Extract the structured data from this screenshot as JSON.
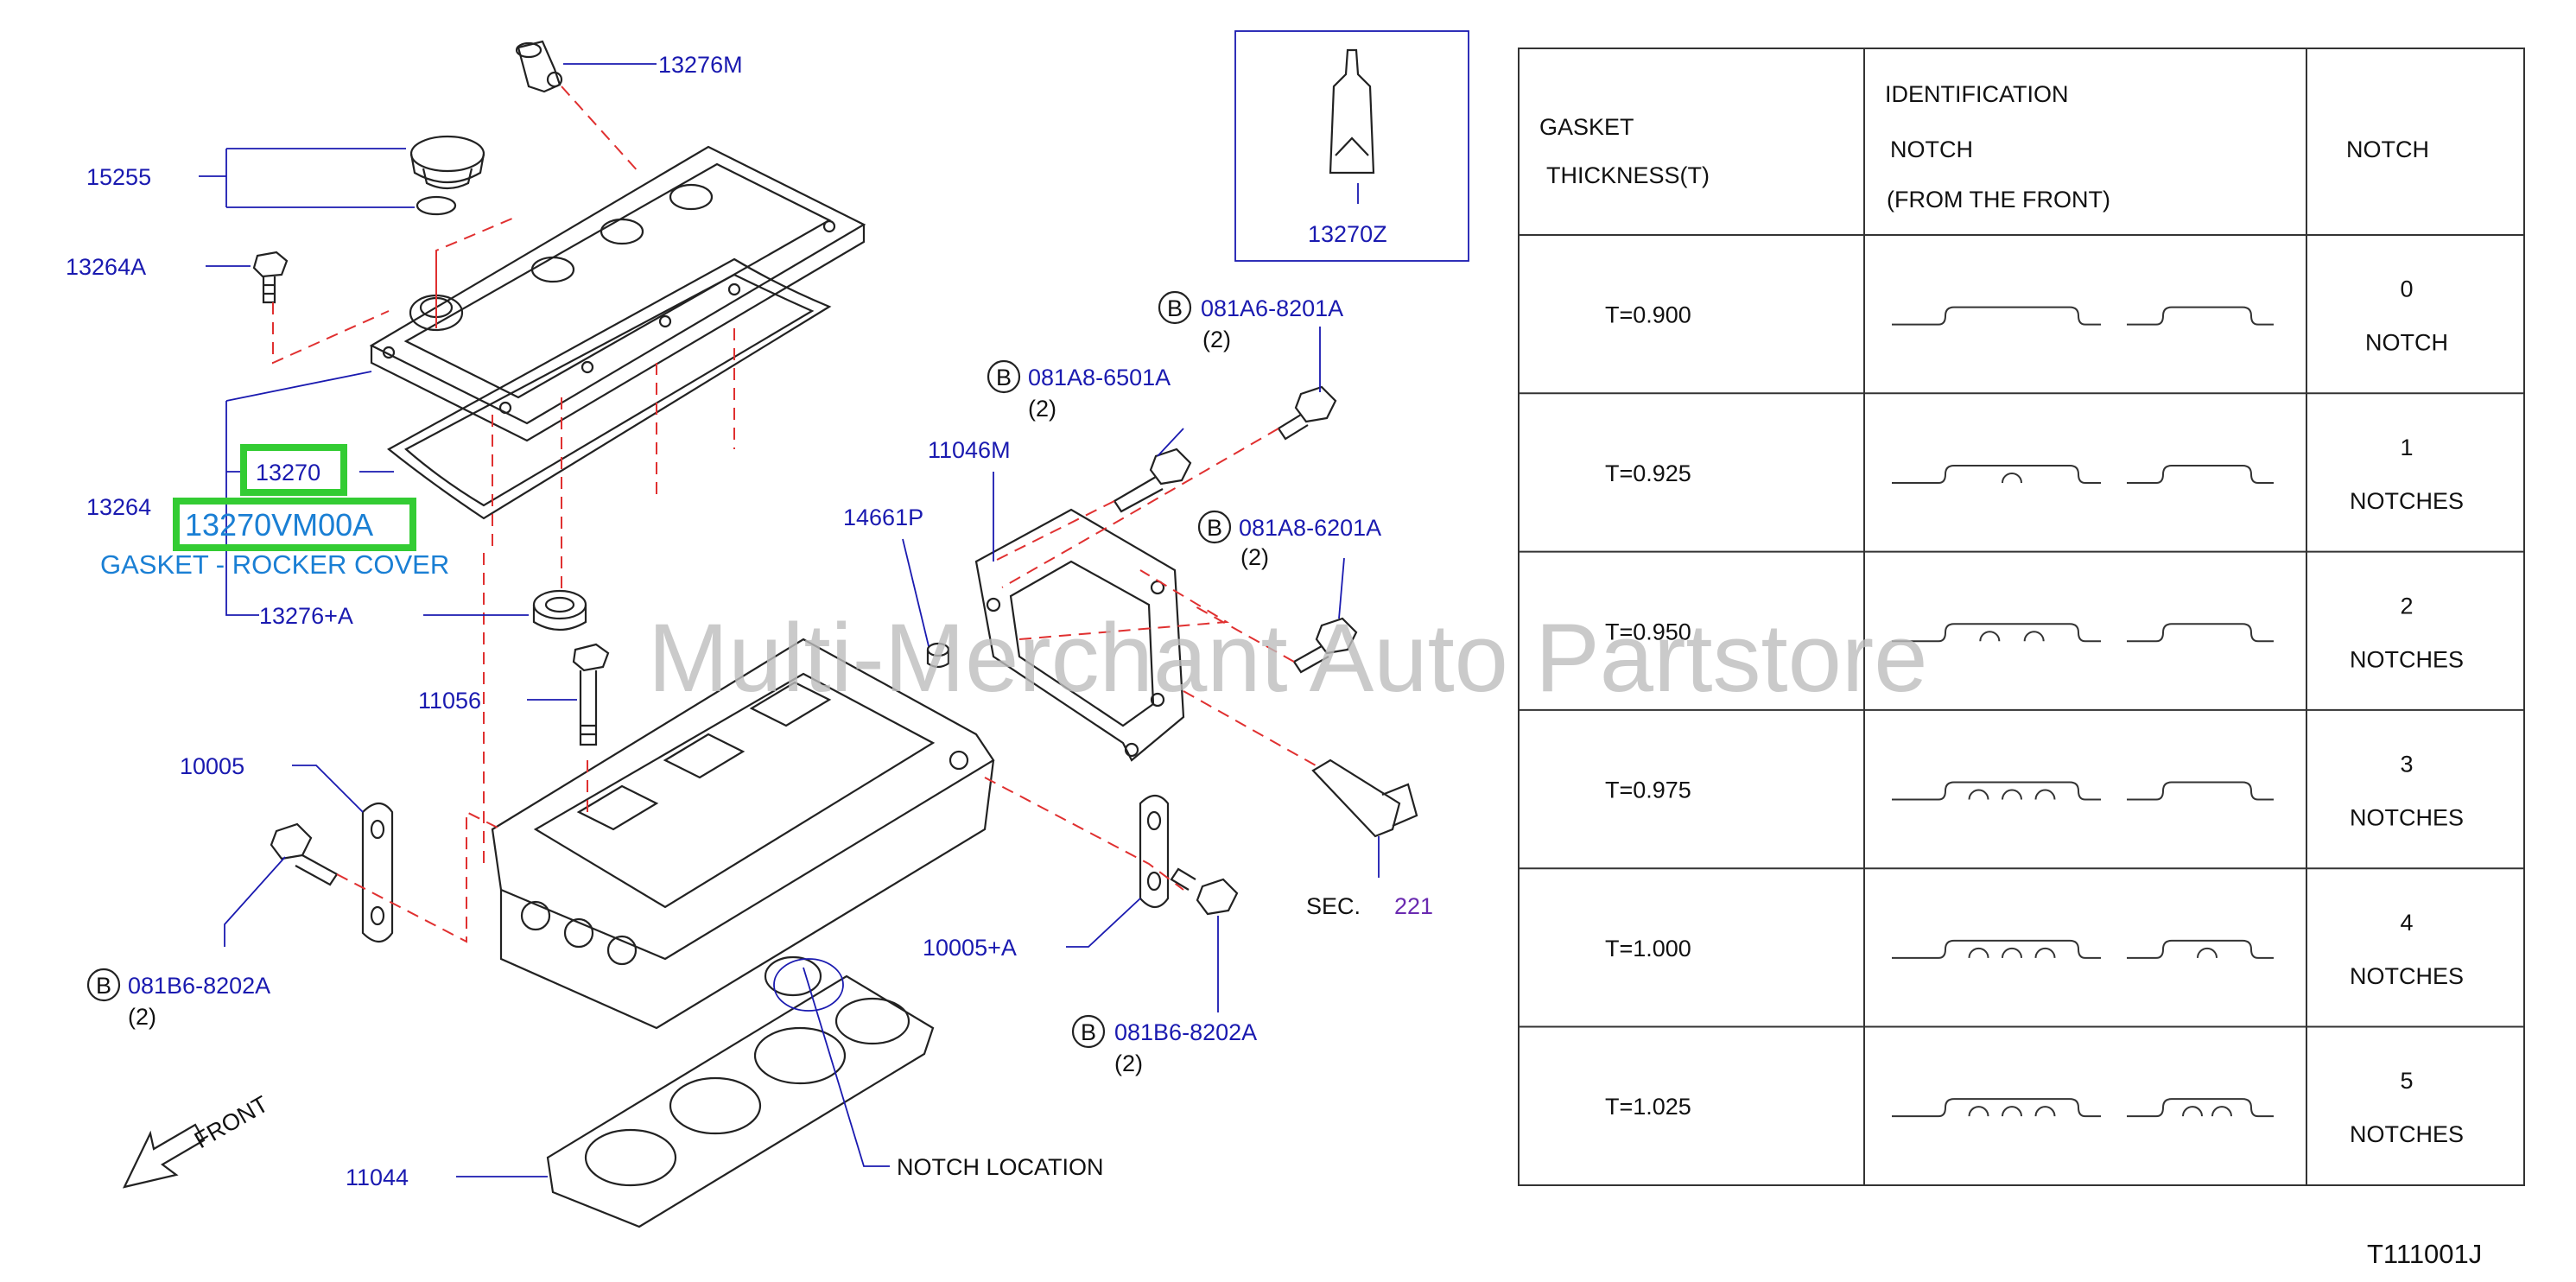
{
  "labels": {
    "p13276M": "13276M",
    "p15255": "15255",
    "p13264A": "13264A",
    "p13264": "13264",
    "p13270": "13270",
    "p13270VM00A": "13270VM00A",
    "gasket_desc": "GASKET - ROCKER COVER",
    "p13276A": "13276+A",
    "p11056": "11056",
    "p10005": "10005",
    "p081B6_left": "081B6-8202A",
    "qty_left": "(2)",
    "front": "FRONT",
    "p11044": "11044",
    "notch_location": "NOTCH   LOCATION",
    "p13270Z": "13270Z",
    "p081A6": "081A6-8201A",
    "qty_a6": "(2)",
    "p081A8_6501": "081A8-6501A",
    "qty_a8_6501": "(2)",
    "p11046M": "11046M",
    "p14661P": "14661P",
    "p081A8_6201": "081A8-6201A",
    "qty_a8_6201": "(2)",
    "sec": "SEC.",
    "sec_num": "221",
    "p10005A": "10005+A",
    "p081B6_right": "081B6-8202A",
    "qty_right": "(2)",
    "bolt_symbol": "B",
    "watermark": "Multi-Merchant Auto Partstore",
    "figure_code": "T111001J"
  },
  "table": {
    "header": {
      "col1": [
        "GASKET",
        "THICKNESS(T)"
      ],
      "col2": [
        "IDENTIFICATION",
        "NOTCH",
        "(FROM   THE   FRONT)"
      ],
      "col3": "NOTCH"
    },
    "rows": [
      {
        "thickness": "T=0.900",
        "notches": 0,
        "count": "0",
        "word": "NOTCH"
      },
      {
        "thickness": "T=0.925",
        "notches": 1,
        "count": "1",
        "word": "NOTCHES"
      },
      {
        "thickness": "T=0.950",
        "notches": 2,
        "count": "2",
        "word": "NOTCHES"
      },
      {
        "thickness": "T=0.975",
        "notches": 3,
        "count": "3",
        "word": "NOTCHES"
      },
      {
        "thickness": "T=1.000",
        "notches": 4,
        "count": "4",
        "word": "NOTCHES"
      },
      {
        "thickness": "T=1.025",
        "notches": 5,
        "count": "5",
        "word": "NOTCHES"
      }
    ]
  },
  "colors": {
    "part_number": "#1a1ab0",
    "description": "#1a7fd4",
    "highlight": "#33cc33",
    "dash": "#e03030",
    "watermark": "#bdbdbd"
  }
}
